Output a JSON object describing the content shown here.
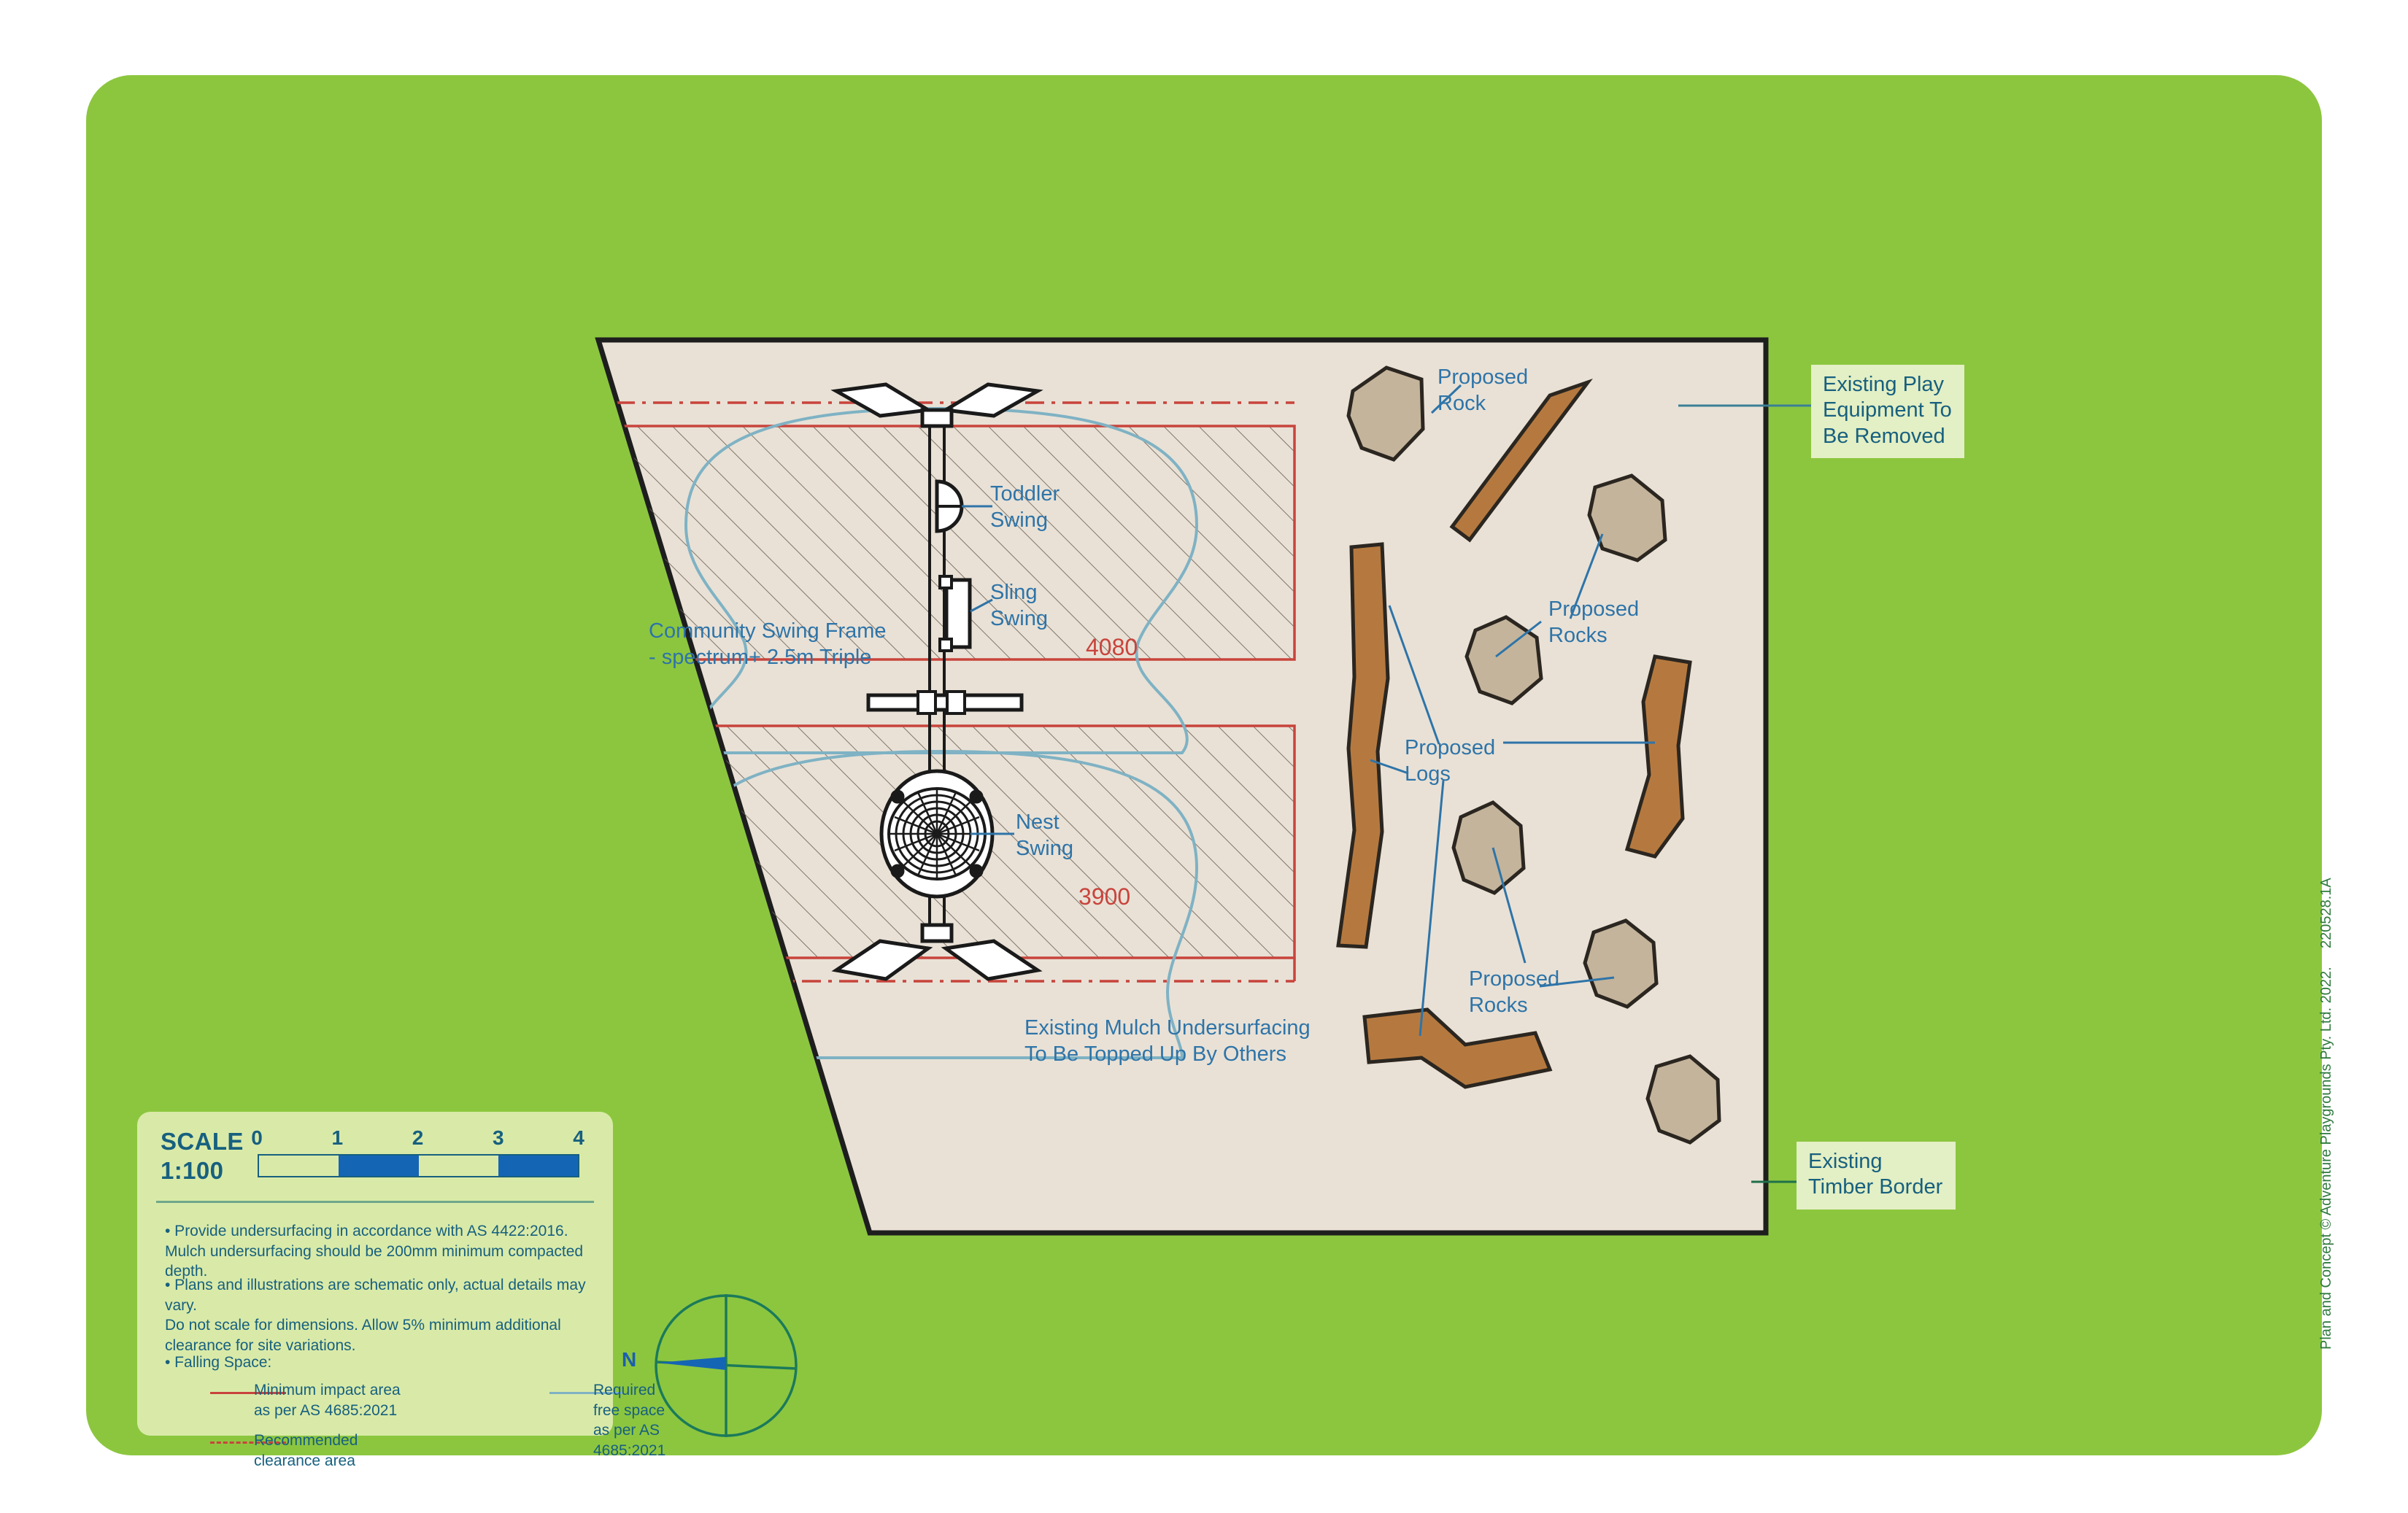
{
  "board": {
    "background_color": "#8CC63F",
    "site_fill_color": "#E9E1D6",
    "rock_color": "#C4B49B",
    "log_color": "#B5793F",
    "impact_line_color": "#C8443C",
    "free_space_line_color": "#7FB2C4",
    "label_color": "#2E74A8",
    "legend_text_color": "#17607F",
    "scale_bar_color": "#1565B5"
  },
  "plan_labels": {
    "toddler_swing": "Toddler\nSwing",
    "sling_swing": "Sling\nSwing",
    "nest_swing": "Nest\nSwing",
    "community_swing_frame": "Community Swing Frame\n- spectrum+ 2.5m Triple",
    "proposed_rock": "Proposed\nRock",
    "proposed_rocks_upper": "Proposed\nRocks",
    "proposed_logs": "Proposed\nLogs",
    "proposed_rocks_lower": "Proposed\nRocks",
    "existing_mulch": "Existing Mulch Undersurfacing\nTo Be Topped Up By Others"
  },
  "dimensions": {
    "toddler_sling_zone": "4080",
    "nest_zone": "3900"
  },
  "callouts": {
    "existing_play_equipment": "Existing Play\nEquipment To\nBe Removed",
    "existing_timber_border": "Existing\nTimber Border"
  },
  "legend": {
    "scale_word": "SCALE",
    "scale_ratio": "1:100",
    "scale_ticks": [
      "0",
      "1",
      "2",
      "3",
      "4"
    ],
    "notes": [
      "• Provide undersurfacing in accordance with AS 4422:2016.\n  Mulch undersurfacing should be 200mm minimum compacted depth.",
      "• Plans and illustrations are schematic only, actual details may vary.\n  Do not scale for dimensions.  Allow 5% minimum additional\n  clearance for site variations.",
      "• Falling Space:"
    ],
    "keys": {
      "minimum_impact_area": "Minimum impact area\nas per AS 4685:2021",
      "required_free_space": "Required free space\nas per AS 4685:2021",
      "recommended_clearance": "Recommended\nclearance area"
    }
  },
  "compass": {
    "north_label": "N"
  },
  "footer": {
    "copyright": "Plan and Concept  ©  Adventure Playgrounds Pty. Ltd. 2022.",
    "drawing_number": "220528.1A"
  }
}
